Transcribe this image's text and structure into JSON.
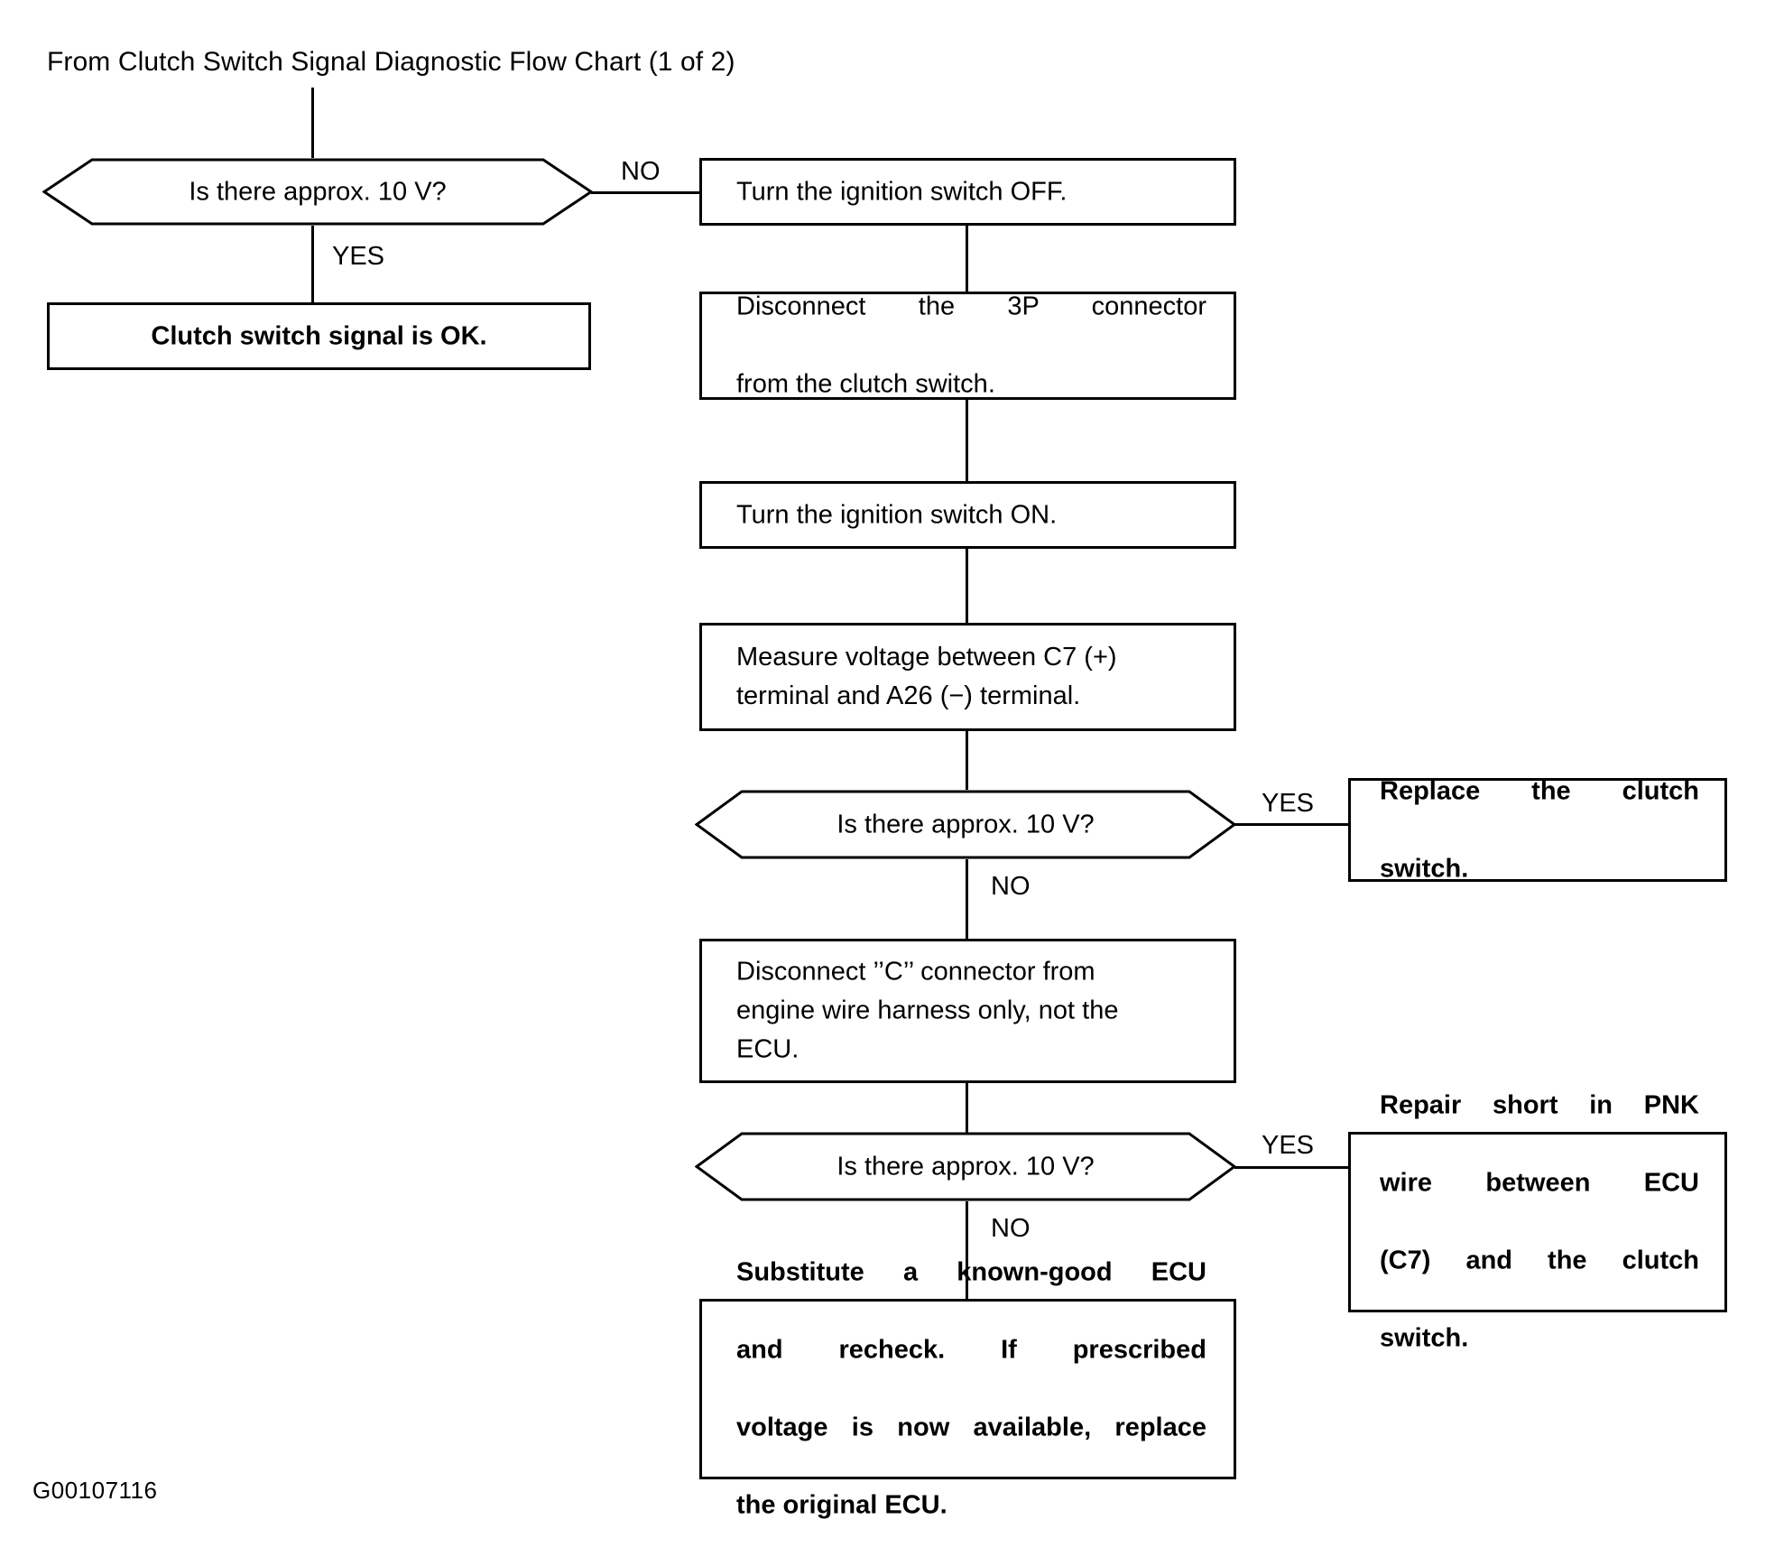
{
  "page": {
    "header": "From Clutch Switch Signal Diagnostic Flow Chart (1 of 2)",
    "reference_code": "G00107116",
    "background_color": "#ffffff",
    "line_color": "#000000"
  },
  "labels": {
    "yes": "YES",
    "no": "NO"
  },
  "nodes": {
    "decision1": {
      "type": "decision",
      "text": "Is there approx. 10 V?"
    },
    "ok_box": {
      "type": "terminal",
      "text": "Clutch switch signal is OK.",
      "bold": true
    },
    "ign_off": {
      "type": "process",
      "text": "Turn the ignition switch OFF."
    },
    "disconnect_3p": {
      "type": "process",
      "bold": false,
      "lines": [
        "Disconnect the 3P connector",
        "from the clutch switch."
      ]
    },
    "ign_on": {
      "type": "process",
      "text": "Turn the ignition switch ON."
    },
    "measure_voltage": {
      "type": "process",
      "bold": false,
      "lines": [
        "Measure voltage between C7 (+)",
        "terminal and A26 (−) terminal."
      ]
    },
    "decision2": {
      "type": "decision",
      "text": "Is there approx. 10 V?"
    },
    "replace_switch": {
      "type": "terminal",
      "bold": true,
      "lines": [
        "Replace the clutch",
        "switch."
      ]
    },
    "disconnect_c": {
      "type": "process",
      "bold": false,
      "lines": [
        "Disconnect ’’C’’ connector from",
        "engine wire harness only, not the",
        "ECU."
      ]
    },
    "decision3": {
      "type": "decision",
      "text": "Is there approx. 10 V?"
    },
    "repair_short": {
      "type": "terminal",
      "bold": true,
      "lines": [
        "Repair short in PNK",
        "wire between ECU",
        "(C7) and the clutch",
        "switch."
      ]
    },
    "substitute_ecu": {
      "type": "terminal",
      "bold": true,
      "lines": [
        "Substitute a known-good ECU",
        "and recheck. If prescribed",
        "voltage is now available, replace",
        "the original ECU."
      ]
    }
  },
  "chart_data": {
    "type": "flowchart",
    "title": "Clutch Switch Signal Diagnostic Flow Chart (2 of 2)",
    "edges": [
      {
        "from": "entry",
        "to": "decision1",
        "label": ""
      },
      {
        "from": "decision1",
        "to": "ok_box",
        "label": "YES"
      },
      {
        "from": "decision1",
        "to": "ign_off",
        "label": "NO"
      },
      {
        "from": "ign_off",
        "to": "disconnect_3p",
        "label": ""
      },
      {
        "from": "disconnect_3p",
        "to": "ign_on",
        "label": ""
      },
      {
        "from": "ign_on",
        "to": "measure_voltage",
        "label": ""
      },
      {
        "from": "measure_voltage",
        "to": "decision2",
        "label": ""
      },
      {
        "from": "decision2",
        "to": "replace_switch",
        "label": "YES"
      },
      {
        "from": "decision2",
        "to": "disconnect_c",
        "label": "NO"
      },
      {
        "from": "disconnect_c",
        "to": "decision3",
        "label": ""
      },
      {
        "from": "decision3",
        "to": "repair_short",
        "label": "YES"
      },
      {
        "from": "decision3",
        "to": "substitute_ecu",
        "label": "NO"
      }
    ]
  }
}
